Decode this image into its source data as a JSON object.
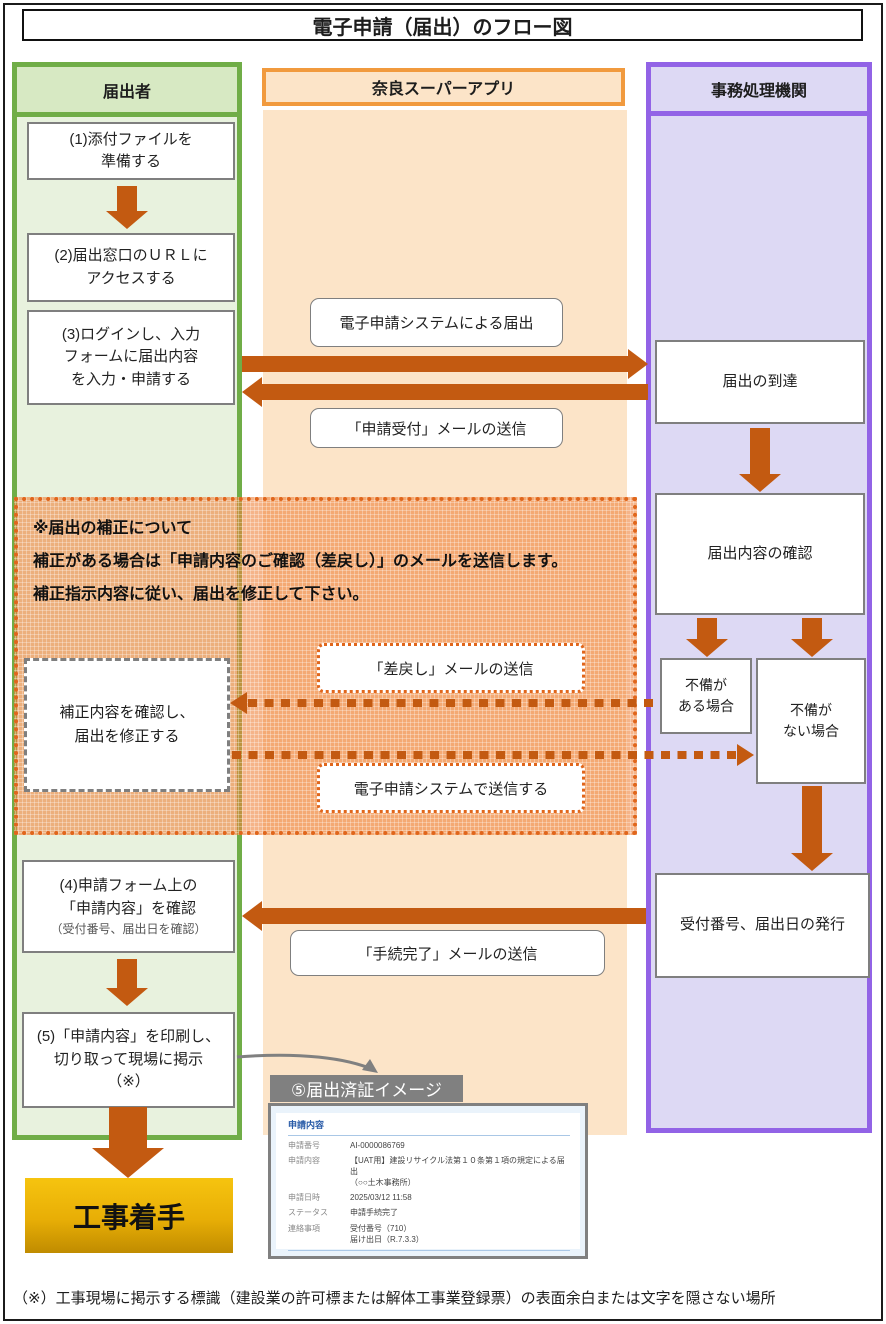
{
  "title": "電子申請（届出）のフロー図",
  "columns": {
    "applicant_header": "届出者",
    "app_header": "奈良スーパーアプリ",
    "office_header": "事務処理機関"
  },
  "applicant_steps": {
    "step1": "(1)添付ファイルを\n準備する",
    "step2": "(2)届出窓口のＵＲＬに\nアクセスする",
    "step3": "(3)ログインし、入力\nフォームに届出内容\nを入力・申請する",
    "step4_main": "(4)申請フォーム上の\n「申請内容」を確認",
    "step4_sub": "（受付番号、届出日を確認）",
    "step5": "(5)「申請内容」を印刷し、\n切り取って現場に掲示\n（※）",
    "start_construction": "工事着手"
  },
  "flow_labels": {
    "submit": "電子申請システムによる届出",
    "receipt_mail": "「申請受付」メールの送信",
    "return_mail": "「差戻し」メールの送信",
    "resend": "電子申請システムで送信する",
    "complete_mail": "「手続完了」メールの送信"
  },
  "office_steps": {
    "arrival": "届出の到達",
    "check": "届出内容の確認",
    "defect_yes": "不備が\nある場合",
    "defect_no": "不備が\nない場合",
    "issue": "受付番号、届出日の発行"
  },
  "correction_note": {
    "line1": "※届出の補正について",
    "line2": "補正がある場合は「申請内容のご確認（差戻し）」のメールを送信します。",
    "line3": "補正指示内容に従い、届出を修正して下さい。",
    "fix_box": "補正内容を確認し、\n届出を修正する"
  },
  "certificate": {
    "label": "⑤届出済証イメージ",
    "header": "申請内容",
    "rows": [
      {
        "label": "申請番号",
        "value": "AI-0000086769"
      },
      {
        "label": "申請内容",
        "value": "【UAT用】建設リサイクル法第１０条第１項の規定による届出\n（○○土木事務所）"
      },
      {
        "label": "申請日時",
        "value": "2025/03/12 11:58"
      },
      {
        "label": "ステータス",
        "value": "申請手続完了"
      },
      {
        "label": "連絡事項",
        "value": "受付番号（710）\n届け出日（R.7.3.3）"
      }
    ]
  },
  "footnote": "（※）工事現場に掲示する標識（建設業の許可標または解体工事業登録票）の表面余白または文字を隠さない場所",
  "colors": {
    "arrow": "#C35A11",
    "green_border": "#70AD47",
    "orange_border": "#F19A3E",
    "purple_border": "#9263E6",
    "dotted_orange": "#E0661C",
    "box_border": "#7F7F7F",
    "gold": "#E8AE06",
    "gray_bar": "#808080"
  }
}
